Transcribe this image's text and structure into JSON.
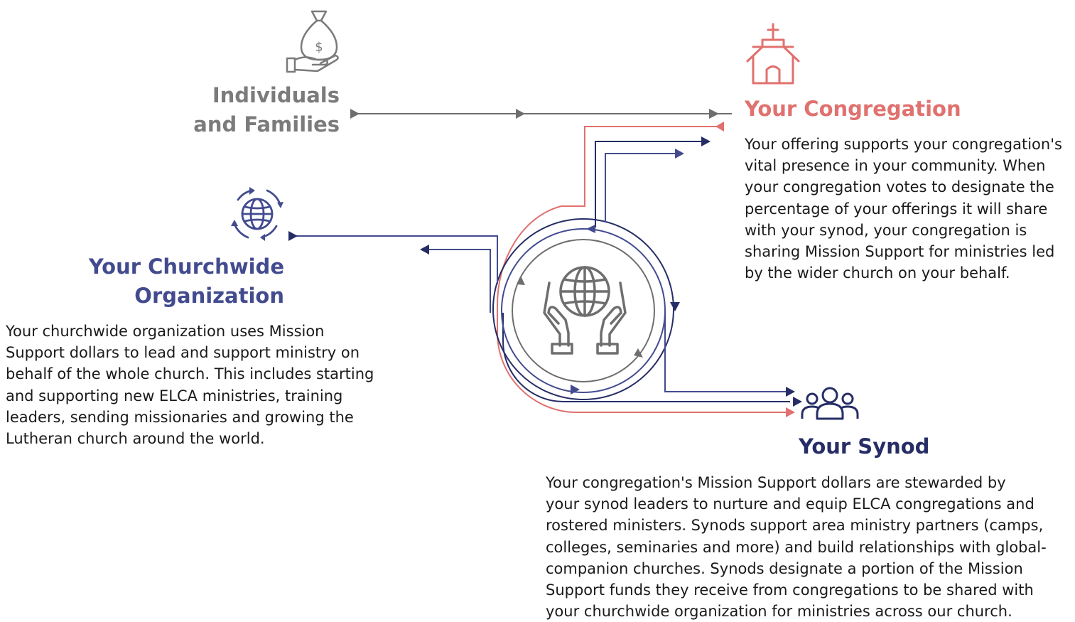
{
  "individuals": {
    "icon": "money-bag-hand-icon",
    "title_lines": [
      "Individuals",
      "and Families"
    ],
    "color": "#7b7b7b"
  },
  "congregation": {
    "icon": "church-icon",
    "title": "Your Congregation",
    "color": "#e0716e",
    "description_lines": [
      "Your offering supports your congregation's",
      "vital presence in your community. When",
      "your congregation votes to designate the",
      "percentage of your offerings it will share",
      "with your synod, your congregation is",
      "sharing Mission Support for ministries led",
      "by the wider church on your behalf."
    ]
  },
  "churchwide": {
    "icon": "globe-arrows-icon",
    "title_lines": [
      "Your Churchwide",
      "Organization"
    ],
    "color": "#434b8f",
    "description_lines": [
      "Your churchwide organization uses Mission",
      "Support dollars to lead and support ministry on",
      "behalf of the whole church. This includes starting",
      "and supporting new ELCA ministries, training",
      "leaders, sending missionaries and growing the",
      "Lutheran church around the world."
    ]
  },
  "synod": {
    "icon": "people-group-icon",
    "title": "Your Synod",
    "color": "#262d66",
    "description_lines": [
      "Your congregation's Mission Support dollars are stewarded by",
      "your synod leaders to nurture and equip ELCA congregations and",
      "rostered ministers. Synods support area ministry partners (camps,",
      "colleges, seminaries and more) and build relationships with global-",
      "companion churches. Synods designate a portion of the Mission",
      "Support funds they receive from congregations to be shared with",
      "your churchwide organization for ministries across our church."
    ]
  },
  "center": {
    "icon": "hands-globe-icon"
  },
  "colors": {
    "gray": "#7b7b7b",
    "coral": "#e0716e",
    "blue": "#434b8f",
    "navy": "#262d66"
  }
}
